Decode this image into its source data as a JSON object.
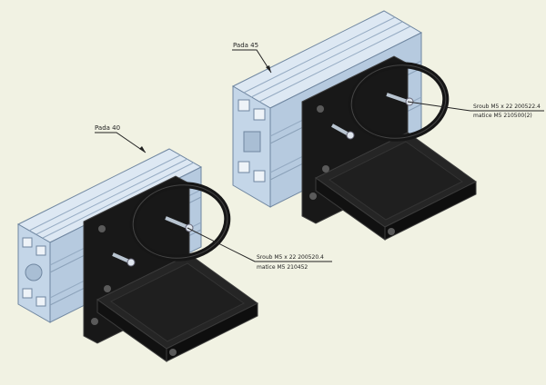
{
  "labels": {
    "profile_45": "Pada 45",
    "profile_40": "Pada 40",
    "callout_right_line1": "Sroub M5 x 22 200522.4",
    "callout_right_line2": "matice M5 210500(2)",
    "callout_left_line1": "Sroub M5 x 22 200520.4",
    "callout_left_line2": "matice M5 210452"
  },
  "colors": {
    "background": "#f1f2e3",
    "aluminium": "#c4d6e8",
    "aluminium_light": "#dde8f3",
    "aluminium_dark": "#93a9c1",
    "holder": "#181818",
    "holder_edge": "#3c3c3c",
    "leader": "#222222"
  }
}
